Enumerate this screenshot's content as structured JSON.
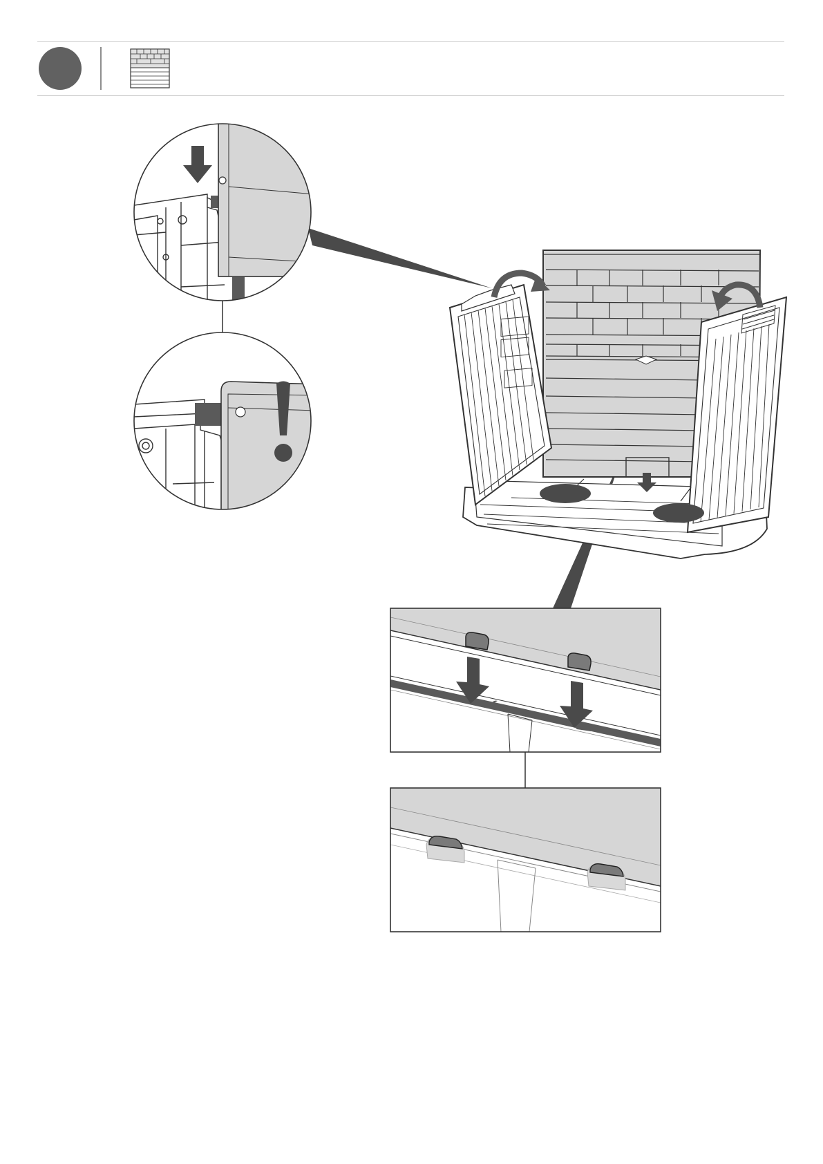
{
  "page": {
    "type": "assembly-instruction-step",
    "step_number": "",
    "text_content": []
  },
  "header": {
    "step_badge_icon": "filled-circle-step-marker",
    "part_thumbnail_icon": "back-wall-panel-thumbnail"
  },
  "illustrations": {
    "main": {
      "icon": "storage-box-assembly",
      "rotation_arrows": 2,
      "callout_ovals": 2
    },
    "zoom_top": {
      "icon": "panel-slide-down-detail",
      "arrow_direction": "down"
    },
    "zoom_middle": {
      "icon": "panel-fit-warning-detail",
      "warning_icon": "exclamation-icon"
    },
    "zoom_lower_before": {
      "icon": "tabs-before-insert",
      "tab_count": 2
    },
    "zoom_lower_after": {
      "icon": "tabs-after-insert",
      "tab_count": 2
    }
  },
  "colors": {
    "badge": "#616161",
    "panel_fill": "#d6d6d6",
    "dark_fill": "#5a5a5a",
    "arrow": "#4a4a4a",
    "line": "#2b2b2b",
    "rule": "#c9c9c9"
  }
}
